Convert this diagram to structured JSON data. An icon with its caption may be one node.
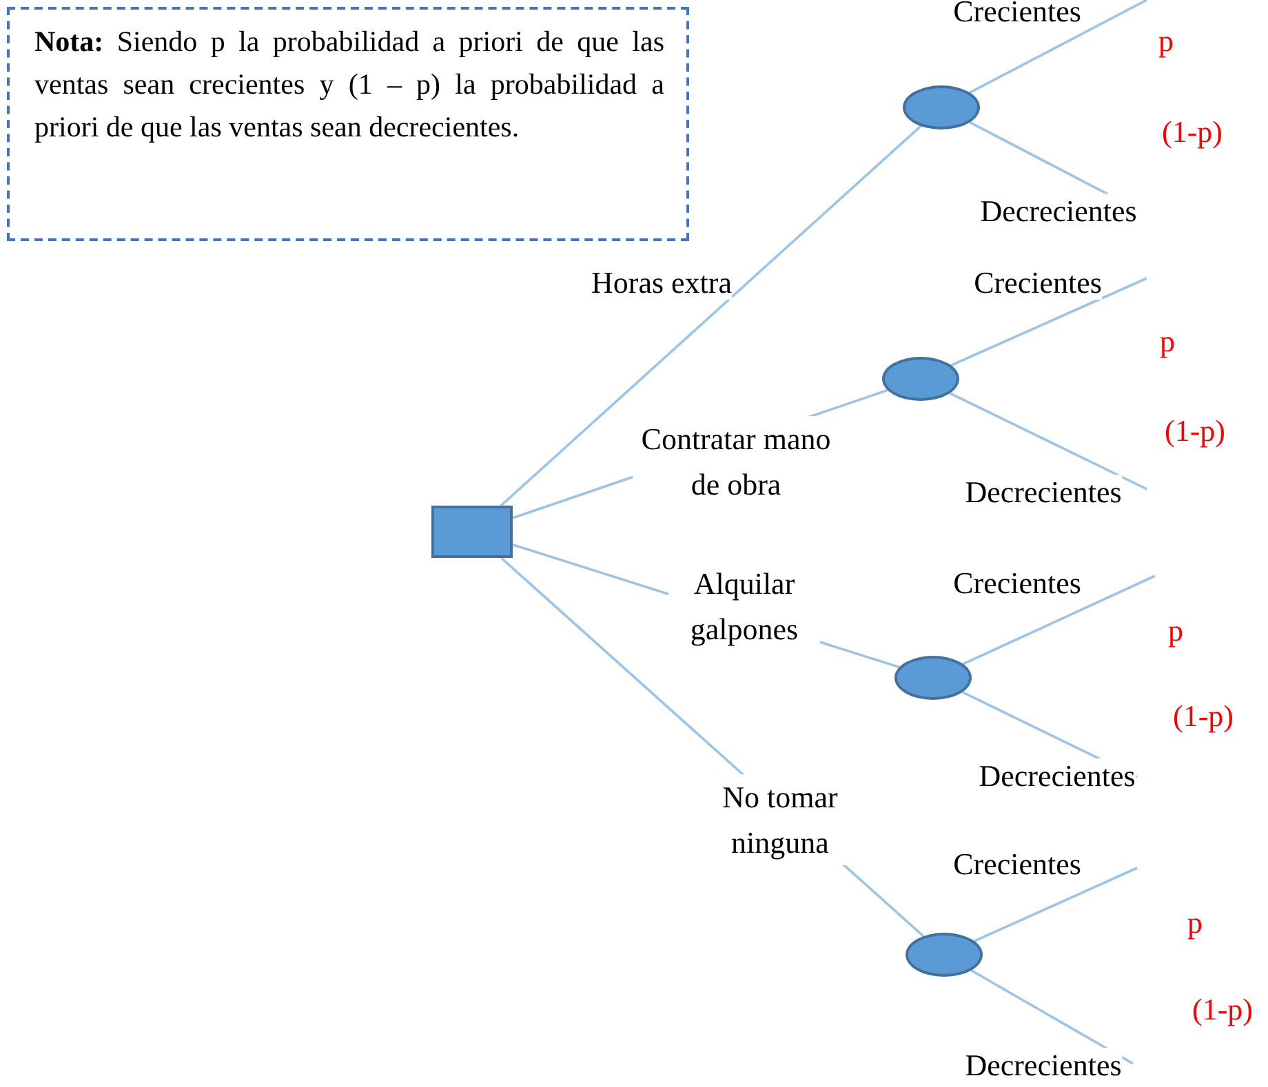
{
  "diagram": {
    "nodes": [
      {
        "text": [
          "**Nota:** Siendo p la probabilidad a priori de que las ventas sean crecientes y (1 – p) la probabilidad a priori de que las ventas sean decrecientes."
        ]
      },
      {
        "text": [],
        "shape": "box"
      },
      {
        "text": [],
        "shape": "circle"
      },
      {
        "text": [],
        "shape": "circle"
      },
      {
        "text": [],
        "shape": "circle"
      },
      {
        "text": [],
        "shape": "circle"
      }
    ],
    "edges": [
      {
        "from": 1,
        "to": 2,
        "arrow": "none",
        "label": "Horas extra"
      },
      {
        "from": 1,
        "to": 3,
        "arrow": "none",
        "label": "Contratar mano de obra"
      },
      {
        "from": 1,
        "to": 4,
        "arrow": "none",
        "label": "Alquilar galpones"
      },
      {
        "from": 1,
        "to": 5,
        "arrow": "none",
        "label": "No tomar ninguna"
      },
      {
        "from": 2,
        "to": null,
        "arrow": "none",
        "label": "Crecientes"
      },
      {
        "from": 2,
        "to": null,
        "arrow": "none",
        "label": "Decrecientes"
      },
      {
        "from": 3,
        "to": null,
        "arrow": "none",
        "label": "Crecientes"
      },
      {
        "from": 3,
        "to": null,
        "arrow": "none",
        "label": "Decrecientes"
      },
      {
        "from": 4,
        "to": null,
        "arrow": "none",
        "label": "Crecientes"
      },
      {
        "from": 4,
        "to": null,
        "arrow": "none",
        "label": "Decrecientes"
      },
      {
        "from": 5,
        "to": null,
        "arrow": "none",
        "label": "Crecientes"
      },
      {
        "from": 5,
        "to": null,
        "arrow": "none",
        "label": "Decrecientes"
      }
    ],
    "labels": [
      "p",
      "(1-p)",
      "p",
      "(1-p)",
      "p",
      "(1-p)",
      "p",
      "(1-p)"
    ]
  }
}
